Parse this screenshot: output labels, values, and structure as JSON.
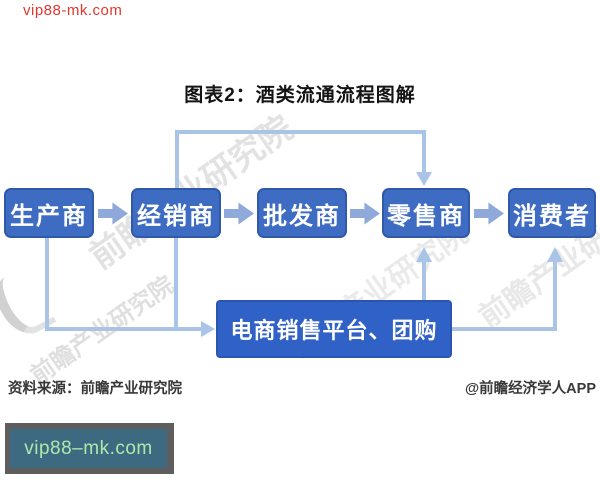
{
  "watermark_top": {
    "text": "vip88-mk.com",
    "color": "#e1362c"
  },
  "title": "图表2：酒类流通流程图解",
  "diagram": {
    "flow_nodes": [
      {
        "label": "生产商"
      },
      {
        "label": "经销商"
      },
      {
        "label": "批发商"
      },
      {
        "label": "零售商"
      },
      {
        "label": "消费者"
      }
    ],
    "ecommerce_node": {
      "label": "电商销售平台、团购"
    },
    "node_color": "#3e6cc2",
    "ecommerce_node_color": "#3061c6",
    "connector_color": "#aac4e7",
    "block_arrow_color": "#8fa9db",
    "background_watermark": "前瞻产业研究院",
    "flows": [
      "生产商 → 经销商 → 批发商 → 零售商 → 消费者",
      "经销商 → 零售商",
      "生产商/经销商 → 电商销售平台、团购 → 零售商/消费者"
    ]
  },
  "footer": {
    "source": "资料来源：前瞻产业研究院",
    "credit": "@前瞻经济学人APP"
  },
  "watermark_bottom": {
    "text": "vip88–mk.com",
    "background": "#3d6a80",
    "frame": "#5e5e5e",
    "text_color": "#b2e7ac"
  }
}
